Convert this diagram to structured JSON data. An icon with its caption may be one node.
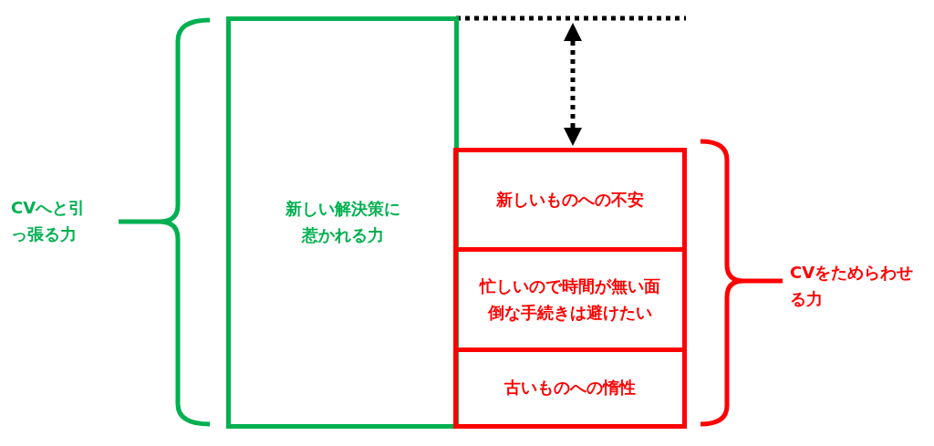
{
  "diagram": {
    "nodes": [
      {
        "text": [
          "新しい解決策に惹かれる力"
        ]
      },
      {
        "text": [
          "新しいものへの不安"
        ]
      },
      {
        "text": [
          "忙しいので時間が無い面倒な手続きは避けたい"
        ]
      },
      {
        "text": [
          "古いものへの惰性"
        ]
      }
    ],
    "edges": [],
    "labels": [
      "CVへと引っ張る力",
      "CVをためらわせる力"
    ]
  }
}
